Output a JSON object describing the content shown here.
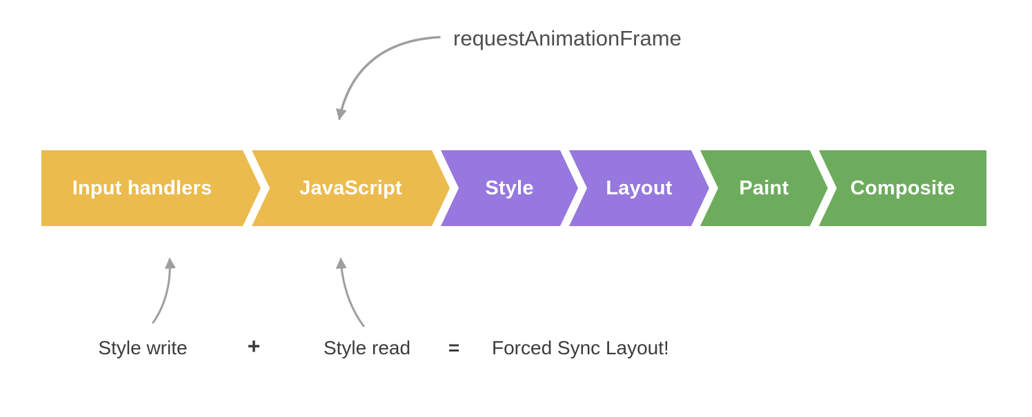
{
  "diagram": {
    "title_annotation": "requestAnimationFrame",
    "pipeline": {
      "segments": [
        {
          "label": "Input handlers",
          "color": "#ebbb4d"
        },
        {
          "label": "JavaScript",
          "color": "#ebbb4d"
        },
        {
          "label": "Style",
          "color": "#9678de"
        },
        {
          "label": "Layout",
          "color": "#9678de"
        },
        {
          "label": "Paint",
          "color": "#6dac5d"
        },
        {
          "label": "Composite",
          "color": "#6dac5d"
        }
      ],
      "label_text_color": "#ffffff"
    },
    "equation": {
      "style_write": "Style write",
      "plus": "+",
      "style_read": "Style read",
      "equals": "=",
      "result": "Forced Sync Layout!"
    },
    "colors": {
      "arrow": "#9e9e9e",
      "annotation_text": "#4e4e4e",
      "equation_text": "#3c3c3c",
      "background": "#ffffff"
    }
  }
}
